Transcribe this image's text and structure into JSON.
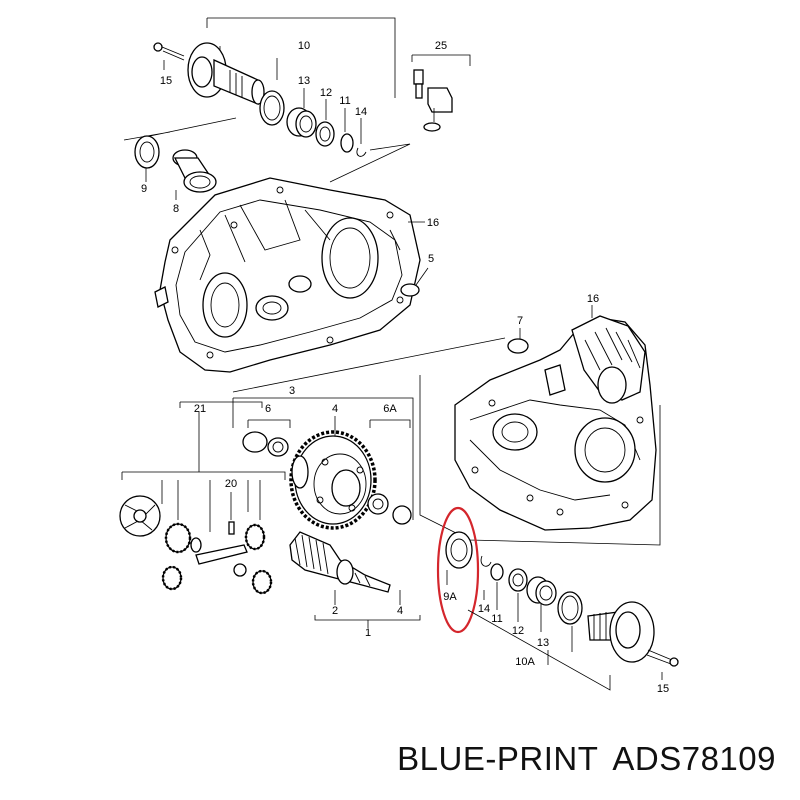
{
  "labels": {
    "l10": "10",
    "l25": "25",
    "l15a": "15",
    "l13a": "13",
    "l12a": "12",
    "l11a": "11",
    "l14a": "14",
    "l9": "9",
    "l8": "8",
    "l16a": "16",
    "l5": "5",
    "l7": "7",
    "l16b": "16",
    "l3": "3",
    "l21": "21",
    "l6": "6",
    "l4a": "4",
    "l6A": "6A",
    "l20": "20",
    "l9A": "9A",
    "l14b": "14",
    "l11b": "11",
    "l12b": "12",
    "l13b": "13",
    "l10A": "10A",
    "l15b": "15",
    "l2": "2",
    "l4b": "4",
    "l1": "1"
  },
  "footer": {
    "brand": "BLUE-PRINT",
    "part_number": "ADS78109"
  },
  "colors": {
    "line": "#000000",
    "highlight": "#d4262c",
    "background": "#ffffff"
  }
}
